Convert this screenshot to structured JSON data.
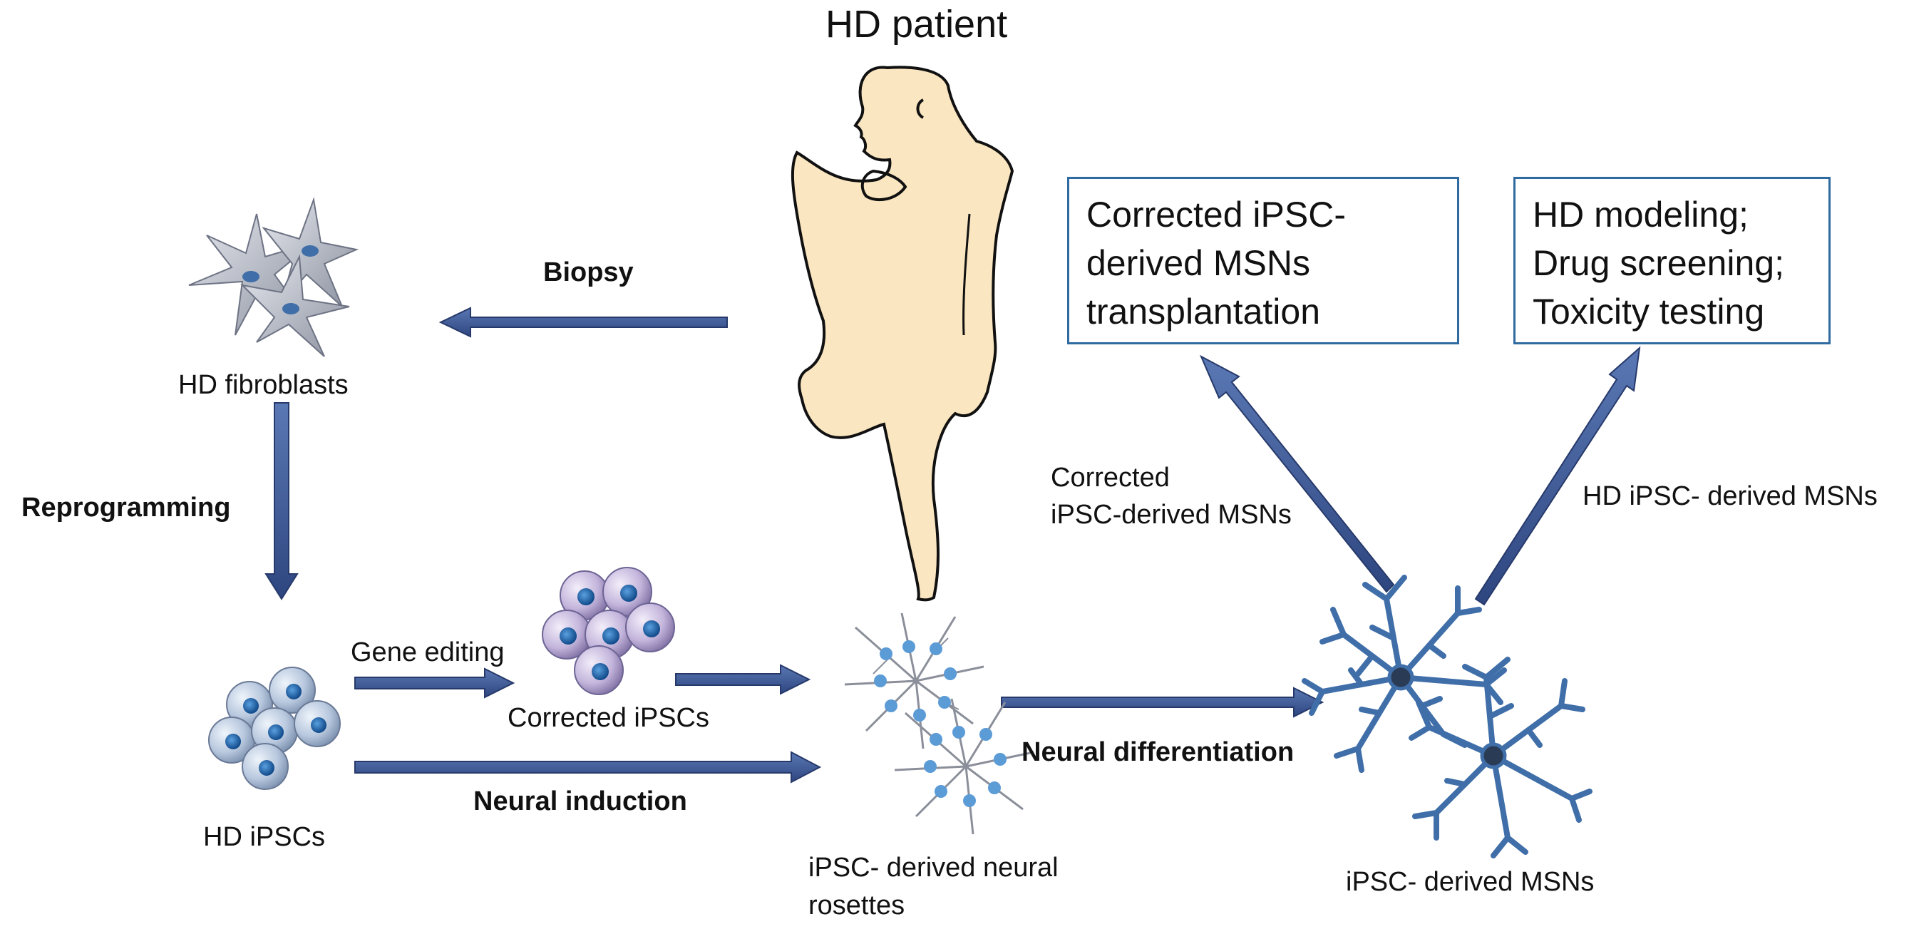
{
  "title": "HD patient",
  "labels": {
    "fibroblasts": "HD fibroblasts",
    "biopsy": "Biopsy",
    "reprogramming": "Reprogramming",
    "hd_ipscs": "HD iPSCs",
    "gene_editing": "Gene editing",
    "corrected_ipscs": "Corrected iPSCs",
    "neural_induction": "Neural induction",
    "rosettes_line1": "iPSC- derived neural",
    "rosettes_line2": "rosettes",
    "neural_differentiation": "Neural differentiation",
    "msns": "iPSC- derived MSNs",
    "corrected_msns_line1": "Corrected",
    "corrected_msns_line2": "iPSC-derived MSNs",
    "hd_msns": "HD iPSC- derived MSNs"
  },
  "boxes": {
    "transplant": [
      "Corrected iPSC-",
      "derived MSNs",
      "transplantation"
    ],
    "modeling": [
      "HD modeling;",
      "Drug screening;",
      "Toxicity testing"
    ]
  },
  "colors": {
    "arrow": "#3c5a96",
    "arrow_dark": "#26396a",
    "skin": "#fae6c0",
    "neuron": "#3f6ea8",
    "box_border": "#2f6aa0"
  }
}
